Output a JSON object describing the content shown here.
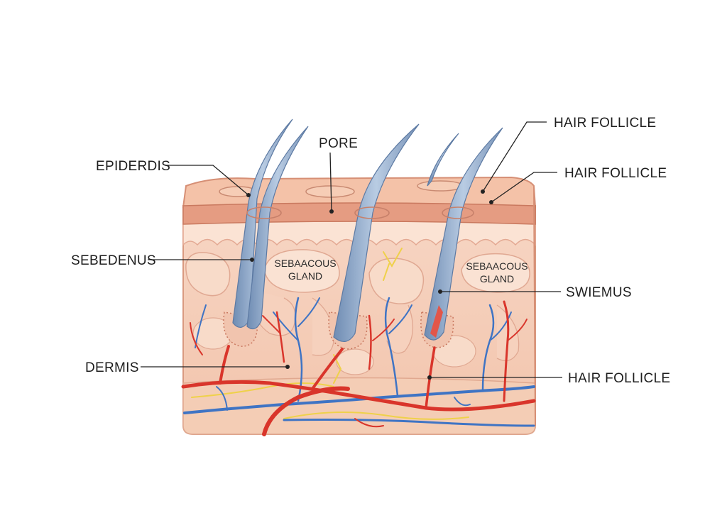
{
  "labels": {
    "epidermis": "EPIDERDIS",
    "pore": "PORE",
    "hair_follicle_top": "HAIR FOLLICLE",
    "hair_follicle_mid": "HAIR FOLLICLE",
    "sebedenus": "SEBEDENUS",
    "swiemus": "SWIEMUS",
    "dermis": "DERMIS",
    "hair_follicle_bottom": "HAIR FOLLICLE"
  },
  "inner_labels": {
    "gland_left_line1": "SEBAACOUS",
    "gland_left_line2": "GLAND",
    "gland_right_line1": "SEBAACOUS",
    "gland_right_line2": "GLAND"
  },
  "colors": {
    "skin_top": "#f3c6ad",
    "skin_layer": "#e8a48a",
    "dermis": "#f6d2bf",
    "hair": "#8fa8c8",
    "artery": "#d9352b",
    "vein": "#3f74c4",
    "nerve": "#f0d44a"
  }
}
